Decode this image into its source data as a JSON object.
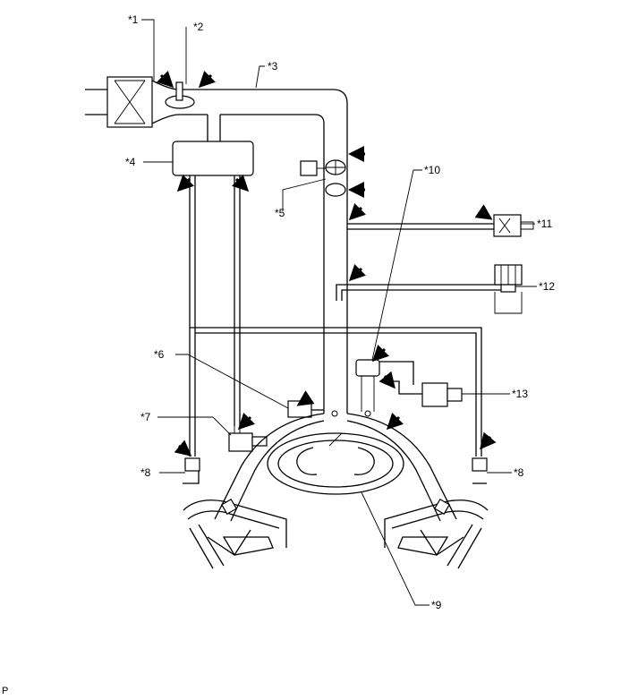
{
  "labels": {
    "l1": "*1",
    "l2": "*2",
    "l3": "*3",
    "l4": "*4",
    "l5": "*5",
    "l6": "*6",
    "l7": "*7",
    "l8a": "*8",
    "l8b": "*8",
    "l9": "*9",
    "l10": "*10",
    "l11": "*11",
    "l12": "*12",
    "l13": "*13"
  },
  "footer": {
    "code": "P"
  },
  "colors": {
    "line": "#000000",
    "background": "#ffffff"
  }
}
